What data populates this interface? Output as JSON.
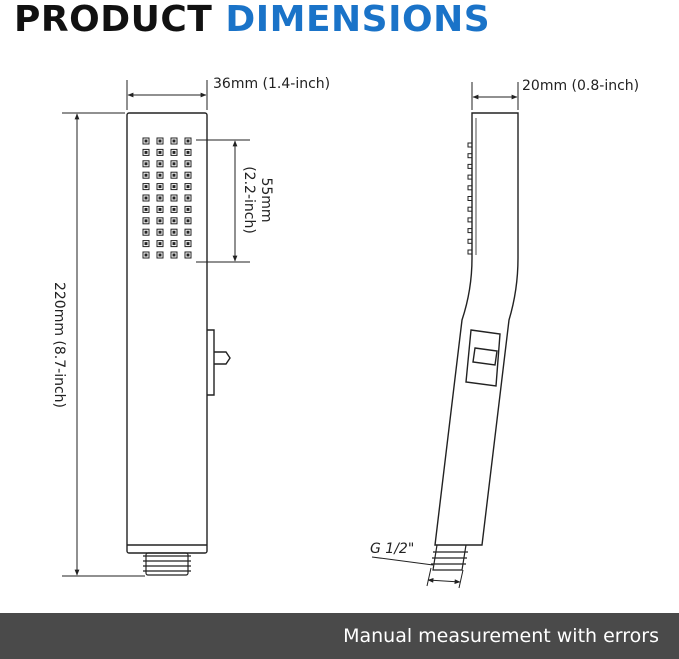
{
  "title": {
    "word1": "PRODUCT",
    "word2": "DIMENSIONS"
  },
  "colors": {
    "accent": "#1a73c8",
    "heading": "#111111",
    "footer_bg": "#4a4a4a",
    "line": "#222222"
  },
  "front_view": {
    "width_label": "36mm (1.4-inch)",
    "height_label": "220mm (8.7-inch)",
    "spray_label_mm": "55mm",
    "spray_label_inch": "(2.2-inch)"
  },
  "side_view": {
    "depth_label": "20mm (0.8-inch)",
    "thread_label": "G 1/2\""
  },
  "footer": {
    "note": "Manual measurement with errors"
  }
}
